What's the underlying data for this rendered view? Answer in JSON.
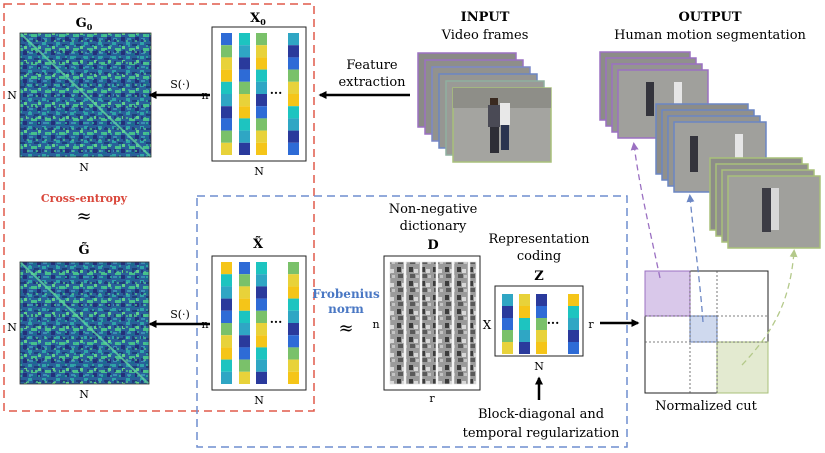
{
  "input": {
    "heading": "INPUT",
    "subheading": "Video frames"
  },
  "output": {
    "heading": "OUTPUT",
    "subheading": "Human motion segmentation"
  },
  "feature_extraction": {
    "line1": "Feature",
    "line2": "extraction"
  },
  "x0": {
    "title": "X",
    "subscript": "0",
    "row_label": "n",
    "col_label": "N"
  },
  "g0": {
    "title": "G",
    "subscript": "0",
    "row_label": "N",
    "col_label": "N"
  },
  "xt": {
    "title": "X̃",
    "row_label": "n",
    "col_label": "N"
  },
  "gt": {
    "title": "G̃",
    "row_label": "N",
    "col_label": "N"
  },
  "similarity_label": "S(·)",
  "ellipsis": "···",
  "approx": "≈",
  "cross_entropy": "Cross-entropy",
  "frobenius": {
    "line1": "Frobenius",
    "line2": "norm"
  },
  "dictionary": {
    "line1": "Non-negative",
    "line2": "dictionary",
    "symbol": "D",
    "row_label": "n",
    "col_label": "r"
  },
  "times": "X",
  "coding": {
    "line1": "Representation",
    "line2": "coding",
    "symbol": "Z",
    "row_label": "r",
    "col_label": "N"
  },
  "regularization": {
    "line1": "Block-diagonal and",
    "line2": "temporal regularization"
  },
  "normalized_cut": "Normalized cut",
  "colors": {
    "red_dashed": "#e05a4a",
    "blue_dashed": "#6f8ecf",
    "cross_entropy": "#d9463a",
    "frobenius": "#4a78c4",
    "purple": "#9b70c2",
    "blue_frame": "#6b86c4",
    "green_frame": "#a8c07a",
    "palette": [
      "#2e6bd6",
      "#2fa6c4",
      "#f5c518",
      "#7ac16a",
      "#2a3a9c",
      "#1dc4c0",
      "#e8d23a"
    ]
  }
}
